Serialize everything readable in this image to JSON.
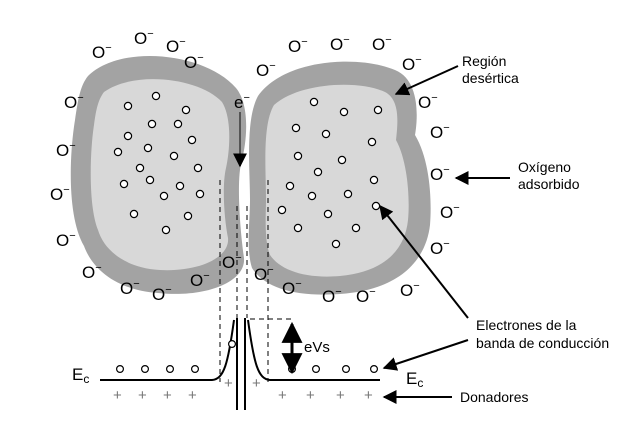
{
  "diagram": {
    "labels": {
      "region": "Región desértica",
      "oxygen": "Oxígeno adsorbido",
      "electrons": "Electrones de la banda de conducción",
      "donors": "Donadores",
      "barrier": "eVs",
      "electron": "e⁻",
      "ec": "Ec"
    },
    "symbols": {
      "oxygen_ion": "O⁻",
      "donor": "+"
    },
    "colors": {
      "depletion_region": "#a3a3a3",
      "grain_core": "#d8d8d8",
      "outline": "#000000",
      "donor_plus": "#777777"
    }
  }
}
